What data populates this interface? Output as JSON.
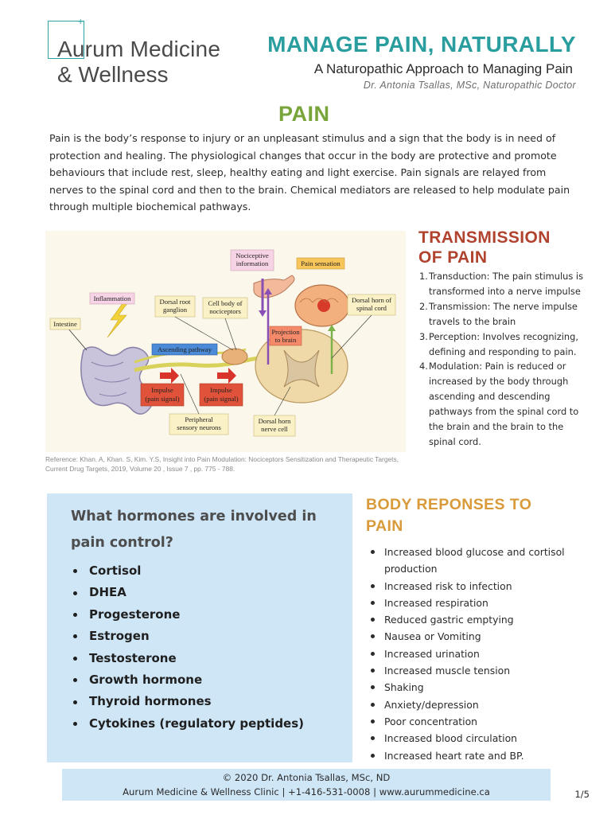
{
  "logo": {
    "line1": "Aurum Medicine",
    "line2": "& Wellness",
    "plus": "+"
  },
  "header": {
    "title": "MANAGE PAIN, NATURALLY",
    "subtitle": "A Naturopathic Approach to Managing Pain",
    "author": "Dr. Antonia Tsallas, MSc, Naturopathic Doctor"
  },
  "pain": {
    "heading": "PAIN",
    "body": "Pain is the body’s response to injury or an unpleasant stimulus and a sign that the body is in need of protection and healing. The physiological changes that occur in the body are protective and promote behaviours that include rest, sleep, healthy eating and light exercise. Pain signals are relayed from nerves to the spinal cord and then to the brain. Chemical mediators are released to help modulate pain through multiple biochemical pathways."
  },
  "figure": {
    "labels": {
      "nociceptive": [
        "Nociceptive",
        "information"
      ],
      "pain_sensation": "Pain sensation",
      "inflammation": "Inflammation",
      "dorsal_root": [
        "Dorsal root",
        "ganglion"
      ],
      "cell_body": [
        "Cell body of",
        "nociceptors"
      ],
      "dorsal_horn_cord": [
        "Dorsal horn of",
        "spinal cord"
      ],
      "intestine": "Intestine",
      "projection": [
        "Projection",
        "to brain"
      ],
      "ascending": "Ascending pathway",
      "impulse1": [
        "Impulse",
        "(pain signal)"
      ],
      "impulse2": [
        "Impulse",
        "(pain signal)"
      ],
      "peripheral": [
        "Peripheral",
        "sensory neurons"
      ],
      "dorsal_horn_cell": [
        "Dorsal horn",
        "nerve cell"
      ]
    },
    "reference": "Reference: Khan. A, Khan. S, Kim. Y.S, Insight into Pain Modulation: Nociceptors Sensitization and Therapeutic Targets, Current Drug Targets, 2019, Volume 20 , Issue 7 , pp. 775 - 788."
  },
  "transmission": {
    "heading_line1": "TRANSMISSION",
    "heading_line2": "OF PAIN",
    "items": [
      {
        "num": "1.",
        "text": "Transduction: The pain stimulus is transformed into a nerve impulse"
      },
      {
        "num": "2.",
        "text": "Transmission: The nerve impulse travels to the brain"
      },
      {
        "num": "3.",
        "text": "Perception: Involves recognizing, defining and responding to pain."
      },
      {
        "num": "4.",
        "text": "Modulation: Pain is reduced or increased by the body through ascending and descending pathways from the spinal cord to the brain and the brain to the spinal cord."
      }
    ]
  },
  "hormones": {
    "question": "What hormones are involved in pain control?",
    "items": [
      "Cortisol",
      "DHEA",
      "Progesterone",
      "Estrogen",
      "Testosterone",
      "Growth hormone",
      "Thyroid hormones",
      "Cytokines (regulatory peptides)"
    ]
  },
  "responses": {
    "heading_line1": "BODY REPONSES TO",
    "heading_line2": "PAIN",
    "items": [
      "Increased blood glucose and cortisol production",
      "Increased risk to infection",
      "Increased respiration",
      "Reduced gastric emptying",
      "Nausea or Vomiting",
      "Increased urination",
      "Increased muscle tension",
      "Shaking",
      "Anxiety/depression",
      "Poor concentration",
      "Increased blood circulation",
      "Increased heart rate and BP."
    ]
  },
  "footer": {
    "line1": "© 2020 Dr. Antonia Tsallas, MSc, ND",
    "line2": "Aurum Medicine & Wellness Clinic | +1-416-531-0008 | www.aurummedicine.ca"
  },
  "page_number": "1/5",
  "colors": {
    "teal": "#2a9d9e",
    "green": "#79a43a",
    "red": "#b1432e",
    "orange": "#d99a3a",
    "light_blue": "#cfe6f7"
  }
}
